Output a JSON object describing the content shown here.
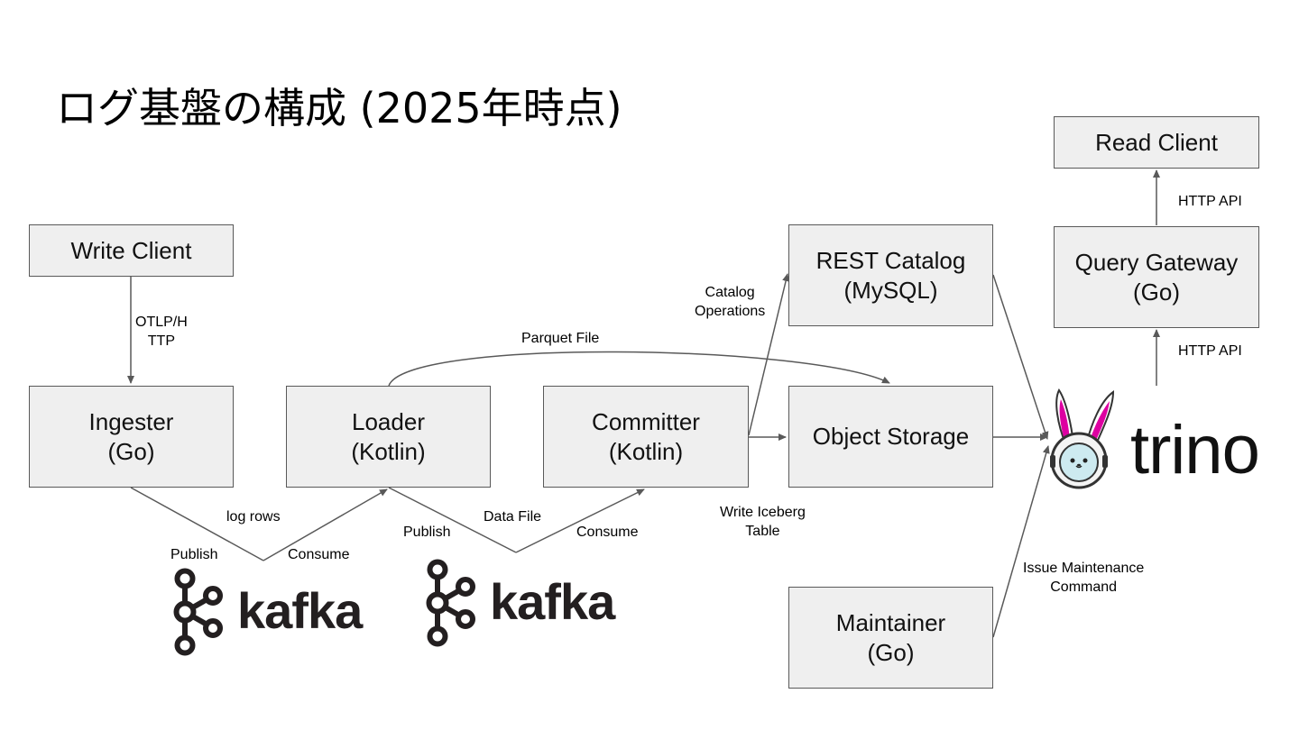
{
  "title": "ログ基盤の構成 (2025年時点)",
  "nodes": {
    "write_client": {
      "line1": "Write Client",
      "line2": ""
    },
    "ingester": {
      "line1": "Ingester",
      "line2": "(Go)"
    },
    "loader": {
      "line1": "Loader",
      "line2": "(Kotlin)"
    },
    "committer": {
      "line1": "Committer",
      "line2": "(Kotlin)"
    },
    "rest_catalog": {
      "line1": "REST Catalog",
      "line2": "(MySQL)"
    },
    "object_storage": {
      "line1": "Object Storage",
      "line2": ""
    },
    "maintainer": {
      "line1": "Maintainer",
      "line2": "(Go)"
    },
    "query_gateway": {
      "line1": "Query Gateway",
      "line2": "(Go)"
    },
    "read_client": {
      "line1": "Read Client",
      "line2": ""
    }
  },
  "edge_labels": {
    "otlp_line1": "OTLP/H",
    "otlp_line2": "TTP",
    "log_rows": "log rows",
    "publish_1": "Publish",
    "consume_1": "Consume",
    "parquet_file": "Parquet File",
    "data_file": "Data File",
    "publish_2": "Publish",
    "consume_2": "Consume",
    "catalog_ops_line1": "Catalog",
    "catalog_ops_line2": "Operations",
    "write_iceberg_line1": "Write Iceberg",
    "write_iceberg_line2": "Table",
    "maintenance_line1": "Issue Maintenance",
    "maintenance_line2": "Command",
    "http_api_1": "HTTP API",
    "http_api_2": "HTTP API"
  },
  "logos": {
    "kafka_1": "kafka",
    "kafka_2": "kafka",
    "trino": "trino"
  },
  "colors": {
    "box_fill": "#efefef",
    "box_border": "#595959",
    "edge": "#595959",
    "trino_ear": "#dd00a1",
    "kafka": "#231f20"
  }
}
